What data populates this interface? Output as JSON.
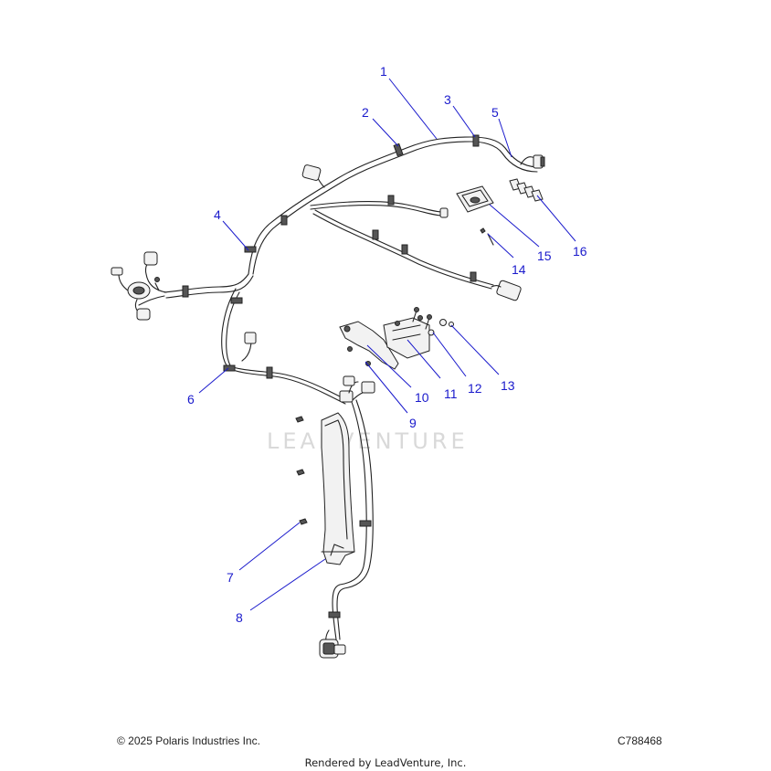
{
  "watermark": "LEADVENTURE",
  "callouts": [
    "1",
    "2",
    "3",
    "4",
    "5",
    "6",
    "7",
    "8",
    "9",
    "10",
    "11",
    "12",
    "13",
    "14",
    "15",
    "16"
  ],
  "footer": {
    "copyright": "© 2025 Polaris Industries Inc.",
    "diagram_id": "C788468",
    "rendered_by": "Rendered by LeadVenture, Inc."
  }
}
